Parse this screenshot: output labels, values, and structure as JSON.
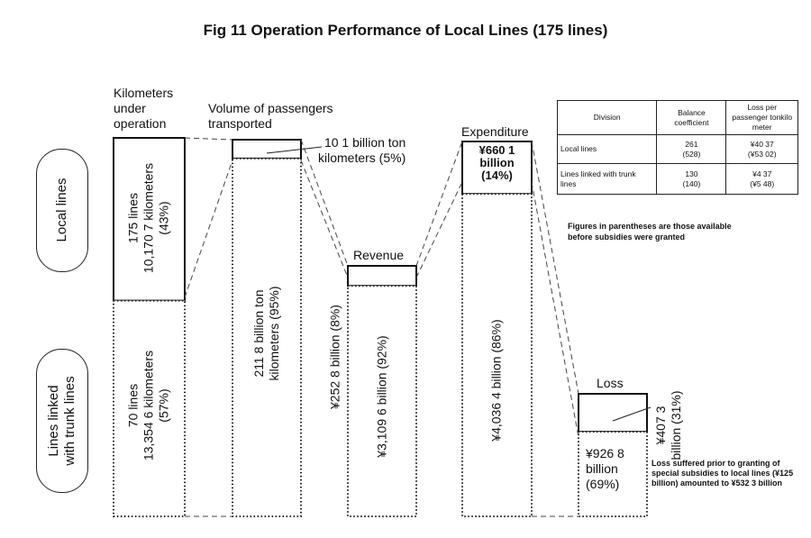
{
  "title": "Fig 11    Operation Performance of Local Lines (175 lines)",
  "chart_data": {
    "type": "bar",
    "categories": [
      "Kilometers under operation",
      "Volume of passengers transported",
      "Revenue",
      "Expenditure",
      "Loss"
    ],
    "series": [
      {
        "name": "Local lines",
        "values": [
          43,
          5,
          8,
          14,
          31
        ]
      },
      {
        "name": "Lines linked with trunk lines",
        "values": [
          57,
          95,
          92,
          86,
          69
        ]
      }
    ],
    "bars": {
      "km": {
        "header": [
          "Kilometers",
          "under",
          "operation"
        ],
        "local": [
          "175 lines",
          "10,170 7 kilometers",
          "(43%)"
        ],
        "trunk": [
          "70 lines",
          "13,354 6 kilometers",
          "(57%)"
        ]
      },
      "pax": {
        "header": [
          "Volume of passengers",
          "transported"
        ],
        "local": [
          "10 1 billion ton",
          "kilometers (5%)"
        ],
        "trunk": [
          "211 8 billion ton",
          "kilometers (95%)"
        ]
      },
      "rev": {
        "header": [
          "Revenue"
        ],
        "local": [
          "¥252 8 billion (8%)"
        ],
        "trunk": [
          "¥3,109 6 billion (92%)"
        ]
      },
      "exp": {
        "header": [
          "Expenditure"
        ],
        "local": [
          "¥660 1",
          "billion",
          "(14%)"
        ],
        "trunk": [
          "¥4,036 4 billion (86%)"
        ]
      },
      "loss": {
        "header": [
          "Loss"
        ],
        "local": [
          "¥407 3",
          "billion (31%)"
        ],
        "trunk": [
          "¥926 8",
          "billion",
          "(69%)"
        ]
      }
    },
    "row_labels": {
      "local": "Local lines",
      "trunk": [
        "Lines linked",
        "with trunk lines"
      ]
    }
  },
  "legend_table": {
    "headers": [
      "Division",
      "Balance coefficient",
      "Loss per passenger tonkilo meter"
    ],
    "rows": [
      {
        "division": "Local lines",
        "balance": [
          "261",
          "(528)"
        ],
        "loss": [
          "¥40 37",
          "(¥53 02)"
        ]
      },
      {
        "division": "Lines linked with trunk lines",
        "balance": [
          "130",
          "(140)"
        ],
        "loss": [
          "¥4 37",
          "(¥5 48)"
        ]
      }
    ]
  },
  "notes": {
    "parentheses": "Figures in parentheses are those available before subsidies were granted",
    "loss": "Loss suffered prior to granting of special subsidies to local lines (¥125 billion) amounted to ¥532 3 billion"
  }
}
